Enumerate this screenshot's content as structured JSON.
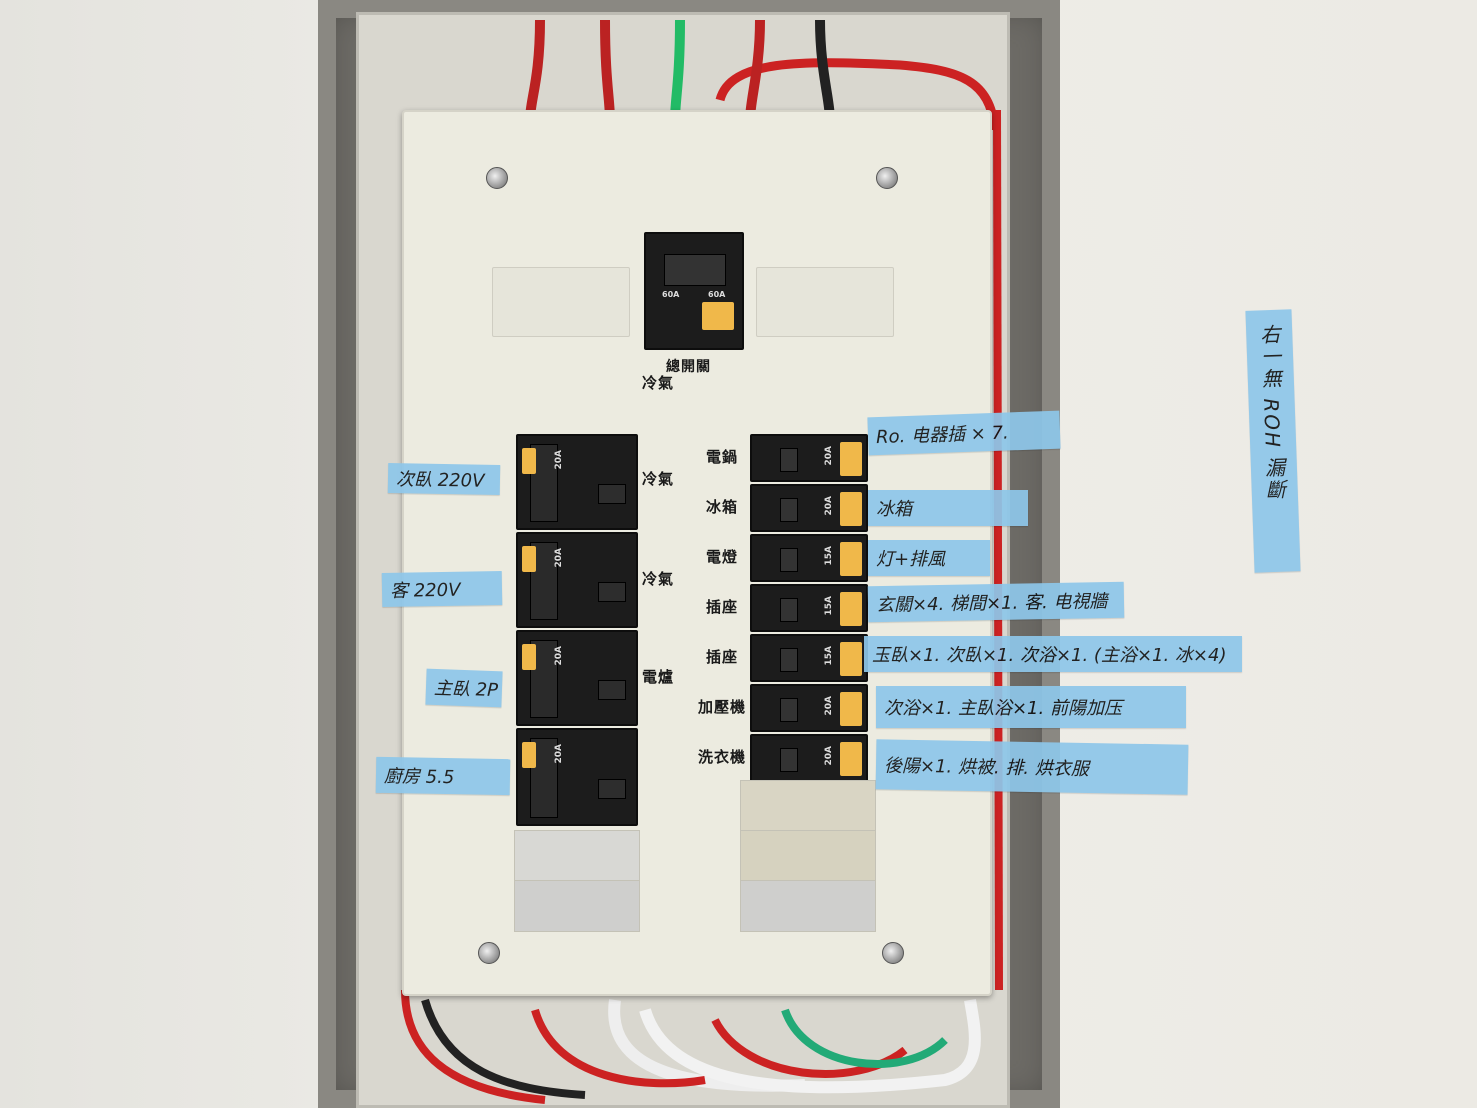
{
  "main_breaker": {
    "rating_left": "60A",
    "rating_right": "60A",
    "label": "總開關"
  },
  "left_breakers": [
    {
      "rating": "20A",
      "panel_label": "冷氣",
      "tape": "次臥 220V"
    },
    {
      "rating": "20A",
      "panel_label": "冷氣",
      "tape": "客 220V"
    },
    {
      "rating": "20A",
      "panel_label": "冷氣",
      "tape": "主臥 2P"
    },
    {
      "rating": "20A",
      "panel_label": "電爐",
      "tape": "廚房 5.5"
    }
  ],
  "right_breakers": [
    {
      "rating": "20A",
      "panel_label": "電鍋",
      "tape": "Ro. 电器插 × 7."
    },
    {
      "rating": "20A",
      "panel_label": "冰箱",
      "tape": "冰箱"
    },
    {
      "rating": "15A",
      "panel_label": "電燈",
      "tape": "灯+排風"
    },
    {
      "rating": "15A",
      "panel_label": "插座",
      "tape": "玄關×4. 梯間×1. 客. 电視牆"
    },
    {
      "rating": "15A",
      "panel_label": "插座",
      "tape": "玉臥×1. 次臥×1. 次浴×1. (主浴×1. 冰×4)"
    },
    {
      "rating": "20A",
      "panel_label": "加壓機",
      "tape": "次浴×1. 主臥浴×1. 前陽加压"
    },
    {
      "rating": "20A",
      "panel_label": "洗衣機",
      "tape": "後陽×1. 烘被. 排. 烘衣服"
    }
  ],
  "side_note": "右一無 ROH 漏斷",
  "colors": {
    "tape": "#8ec7ea",
    "panel": "#ecebe0",
    "breaker": "#1c1c1c",
    "sticker": "#f0b84a"
  }
}
